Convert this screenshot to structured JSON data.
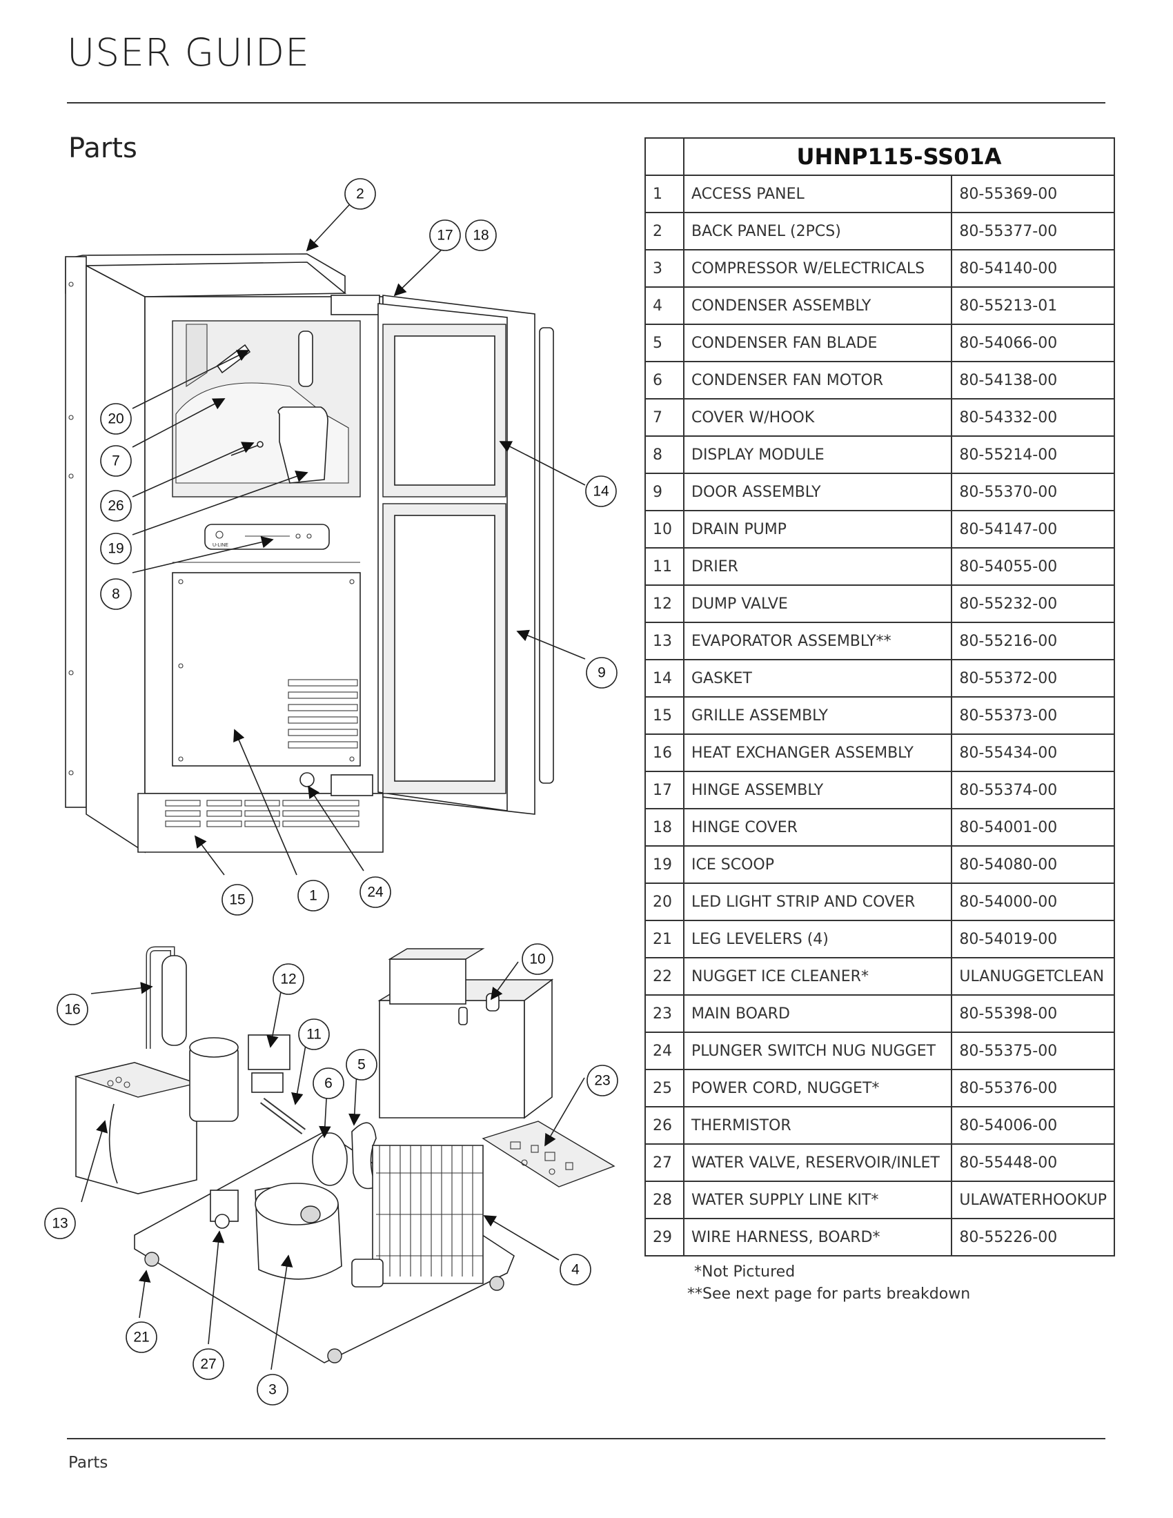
{
  "header": {
    "title": "USER GUIDE"
  },
  "section": {
    "title": "Parts"
  },
  "table": {
    "model": "UHNP115-SS01A",
    "rows": [
      {
        "num": "1",
        "name": "ACCESS PANEL",
        "part": "80-55369-00"
      },
      {
        "num": "2",
        "name": "BACK PANEL (2PCS)",
        "part": "80-55377-00"
      },
      {
        "num": "3",
        "name": "COMPRESSOR W/ELECTRICALS",
        "part": "80-54140-00"
      },
      {
        "num": "4",
        "name": "CONDENSER ASSEMBLY",
        "part": "80-55213-01"
      },
      {
        "num": "5",
        "name": "CONDENSER FAN BLADE",
        "part": "80-54066-00"
      },
      {
        "num": "6",
        "name": "CONDENSER FAN MOTOR",
        "part": "80-54138-00"
      },
      {
        "num": "7",
        "name": "COVER W/HOOK",
        "part": "80-54332-00"
      },
      {
        "num": "8",
        "name": "DISPLAY MODULE",
        "part": "80-55214-00"
      },
      {
        "num": "9",
        "name": "DOOR ASSEMBLY",
        "part": "80-55370-00"
      },
      {
        "num": "10",
        "name": "DRAIN PUMP",
        "part": "80-54147-00"
      },
      {
        "num": "11",
        "name": "DRIER",
        "part": "80-54055-00"
      },
      {
        "num": "12",
        "name": "DUMP VALVE",
        "part": "80-55232-00"
      },
      {
        "num": "13",
        "name": "EVAPORATOR ASSEMBLY**",
        "part": "80-55216-00"
      },
      {
        "num": "14",
        "name": "GASKET",
        "part": "80-55372-00"
      },
      {
        "num": "15",
        "name": "GRILLE ASSEMBLY",
        "part": "80-55373-00"
      },
      {
        "num": "16",
        "name": "HEAT EXCHANGER ASSEMBLY",
        "part": "80-55434-00"
      },
      {
        "num": "17",
        "name": "HINGE ASSEMBLY",
        "part": "80-55374-00"
      },
      {
        "num": "18",
        "name": "HINGE COVER",
        "part": "80-54001-00"
      },
      {
        "num": "19",
        "name": "ICE SCOOP",
        "part": "80-54080-00"
      },
      {
        "num": "20",
        "name": "LED LIGHT STRIP AND COVER",
        "part": "80-54000-00"
      },
      {
        "num": "21",
        "name": "LEG LEVELERS (4)",
        "part": "80-54019-00"
      },
      {
        "num": "22",
        "name": "NUGGET ICE CLEANER*",
        "part": "ULANUGGETCLEAN"
      },
      {
        "num": "23",
        "name": "MAIN BOARD",
        "part": "80-55398-00"
      },
      {
        "num": "24",
        "name": "PLUNGER SWITCH NUG NUGGET",
        "part": "80-55375-00"
      },
      {
        "num": "25",
        "name": "POWER CORD, NUGGET*",
        "part": "80-55376-00"
      },
      {
        "num": "26",
        "name": "THERMISTOR",
        "part": "80-54006-00"
      },
      {
        "num": "27",
        "name": "WATER VALVE, RESERVOIR/INLET",
        "part": "80-55448-00"
      },
      {
        "num": "28",
        "name": "WATER SUPPLY LINE KIT*",
        "part": "ULAWATERHOOKUP"
      },
      {
        "num": "29",
        "name": "WIRE HARNESS, BOARD*",
        "part": "80-55226-00"
      }
    ]
  },
  "notes": {
    "not_pictured": "*Not Pictured",
    "see_next": "**See next page for parts breakdown"
  },
  "diagram": {
    "callouts": [
      "2",
      "17",
      "18",
      "20",
      "7",
      "26",
      "19",
      "8",
      "14",
      "9",
      "15",
      "1",
      "24",
      "16",
      "12",
      "11",
      "10",
      "6",
      "5",
      "23",
      "13",
      "4",
      "21",
      "27",
      "3"
    ],
    "display_brand": "U-LINE"
  },
  "footer": {
    "text": "Parts"
  }
}
